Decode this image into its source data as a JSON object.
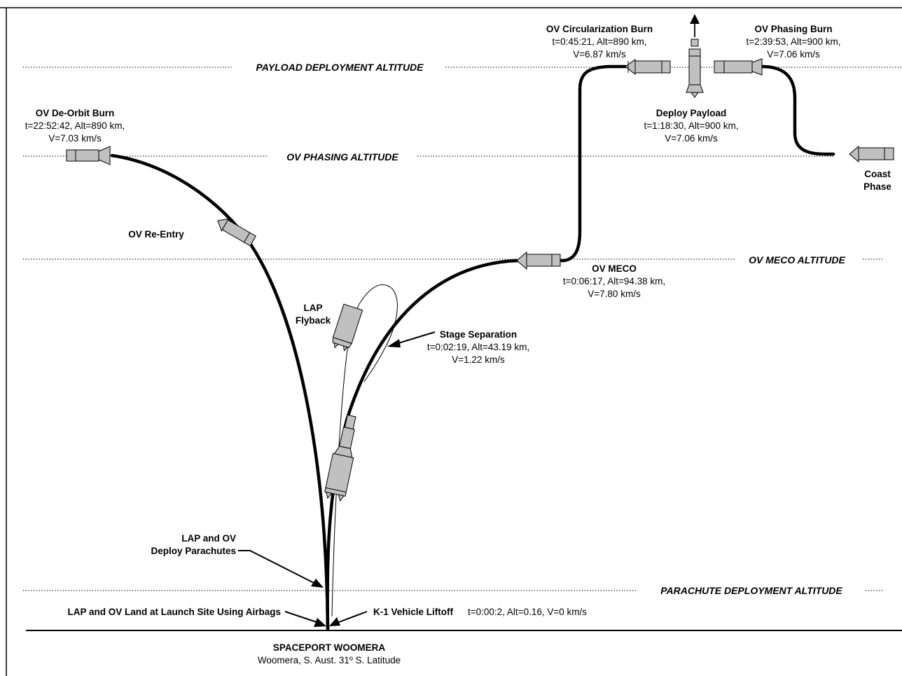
{
  "altitudes": {
    "payload": "PAYLOAD DEPLOYMENT ALTITUDE",
    "phasing": "OV PHASING ALTITUDE",
    "meco": "OV MECO ALTITUDE",
    "parachute": "PARACHUTE DEPLOYMENT ALTITUDE"
  },
  "events": {
    "circ": {
      "title": "OV Circularization Burn",
      "line1": "t=0:45:21, Alt=890 km,",
      "line2": "V=6.87 km/s"
    },
    "phasing_burn": {
      "title": "OV Phasing Burn",
      "line1": "t=2:39:53, Alt=900 km,",
      "line2": "V=7.06 km/s"
    },
    "deorbit": {
      "title": "OV De-Orbit Burn",
      "line1": "t=22:52:42, Alt=890 km,",
      "line2": "V=7.03 km/s"
    },
    "deploy": {
      "title": "Deploy Payload",
      "line1": "t=1:18:30, Alt=900 km,",
      "line2": "V=7.06 km/s"
    },
    "coast": {
      "line1": "Coast",
      "line2": "Phase"
    },
    "reentry": {
      "title": "OV Re-Entry"
    },
    "meco": {
      "title": "OV MECO",
      "line1": "t=0:06:17, Alt=94.38 km,",
      "line2": "V=7.80 km/s"
    },
    "flyback": {
      "line1": "LAP",
      "line2": "Flyback"
    },
    "separation": {
      "title": "Stage Separation",
      "line1": "t=0:02:19, Alt=43.19 km,",
      "line2": "V=1.22 km/s"
    },
    "parachutes": {
      "line1": "LAP and OV",
      "line2": "Deploy Parachutes"
    },
    "land": {
      "title": "LAP and OV Land at Launch Site Using Airbags"
    },
    "liftoff": {
      "title": "K-1 Vehicle Liftoff",
      "detail": "t=0:00:2, Alt=0.16, V=0 km/s"
    }
  },
  "site": {
    "name": "SPACEPORT WOOMERA",
    "location": "Woomera, S. Aust. 31º S. Latitude"
  }
}
